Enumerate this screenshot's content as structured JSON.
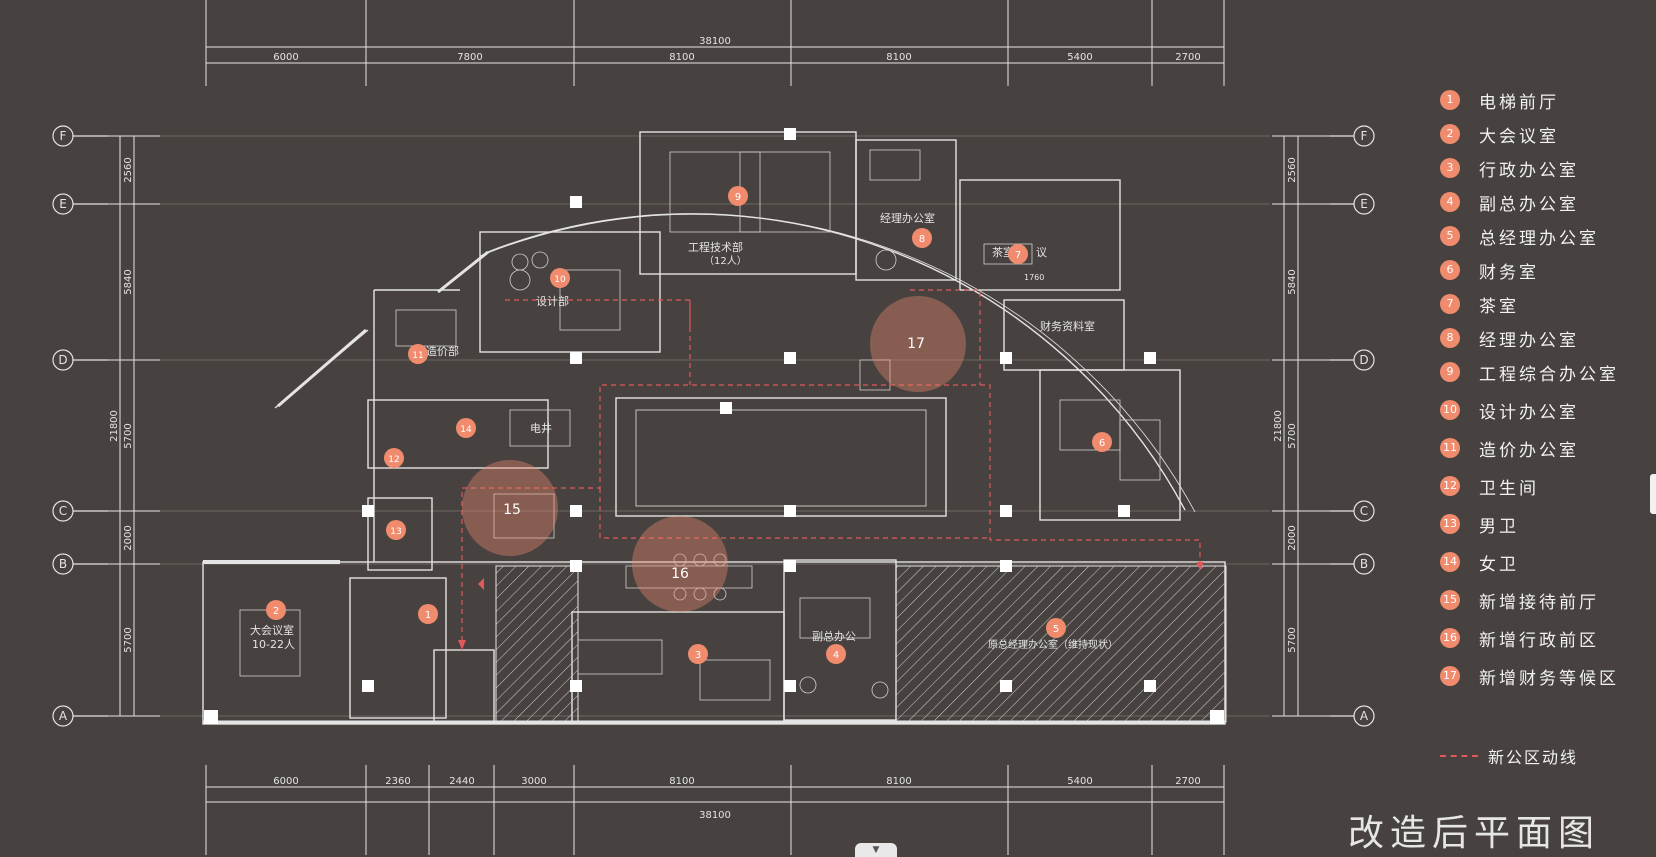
{
  "colors": {
    "background": "#47423f",
    "line": "#e4e4e4",
    "accent_circle": "#f08b6e",
    "route_line": "#e0585a",
    "hatch": "#cfcfcf"
  },
  "top_dimensions": {
    "total": "38100",
    "segments": [
      "6000",
      "7800",
      "8100",
      "8100",
      "5400",
      "2700"
    ]
  },
  "bottom_dimensions": {
    "total": "38100",
    "segments": [
      "6000",
      "2360",
      "2440",
      "3000",
      "8100",
      "8100",
      "5400",
      "2700"
    ]
  },
  "vertical_dimensions": {
    "total": "21800",
    "segments": [
      "2560",
      "5840",
      "5700",
      "2000",
      "5700"
    ]
  },
  "axis_labels": [
    "F",
    "E",
    "D",
    "C",
    "B",
    "A"
  ],
  "room_labels": {
    "r9_name": "工程技术部",
    "r9_count": "（12人）",
    "r10_name": "设计部",
    "r11_name": "造价部",
    "r8_name": "经理办公室",
    "r7_name": "茶室",
    "r7_tag": "议",
    "finance_archive": "财务资料室",
    "elevator_shaft": "电井",
    "r2_name": "大会议室",
    "r2_count": "10-22人",
    "r4_name": "副总办公",
    "r5_name": "原总经理办公室（维持现状）",
    "dim_1760": "1760"
  },
  "plan_markers": {
    "m1": "1",
    "m2": "2",
    "m3": "3",
    "m4": "4",
    "m5": "5",
    "m6": "6",
    "m7": "7",
    "m8": "8",
    "m9": "9",
    "m10": "10",
    "m11": "11",
    "m12": "12",
    "m13": "13",
    "m14": "14",
    "m15": "15",
    "m16": "16",
    "m17": "17"
  },
  "legend": {
    "items": [
      {
        "num": "1",
        "label": "电梯前厅"
      },
      {
        "num": "2",
        "label": "大会议室"
      },
      {
        "num": "3",
        "label": "行政办公室"
      },
      {
        "num": "4",
        "label": "副总办公室"
      },
      {
        "num": "5",
        "label": "总经理办公室"
      },
      {
        "num": "6",
        "label": "财务室"
      },
      {
        "num": "7",
        "label": "茶室"
      },
      {
        "num": "8",
        "label": "经理办公室"
      },
      {
        "num": "9",
        "label": "工程综合办公室"
      },
      {
        "num": "10",
        "label": "设计办公室"
      },
      {
        "num": "11",
        "label": "造价办公室"
      },
      {
        "num": "12",
        "label": "卫生间"
      },
      {
        "num": "13",
        "label": "男卫"
      },
      {
        "num": "14",
        "label": "女卫"
      },
      {
        "num": "15",
        "label": "新增接待前厅"
      },
      {
        "num": "16",
        "label": "新增行政前区"
      },
      {
        "num": "17",
        "label": "新增财务等候区"
      }
    ],
    "route_label": "新公区动线"
  },
  "title": "改造后平面图"
}
